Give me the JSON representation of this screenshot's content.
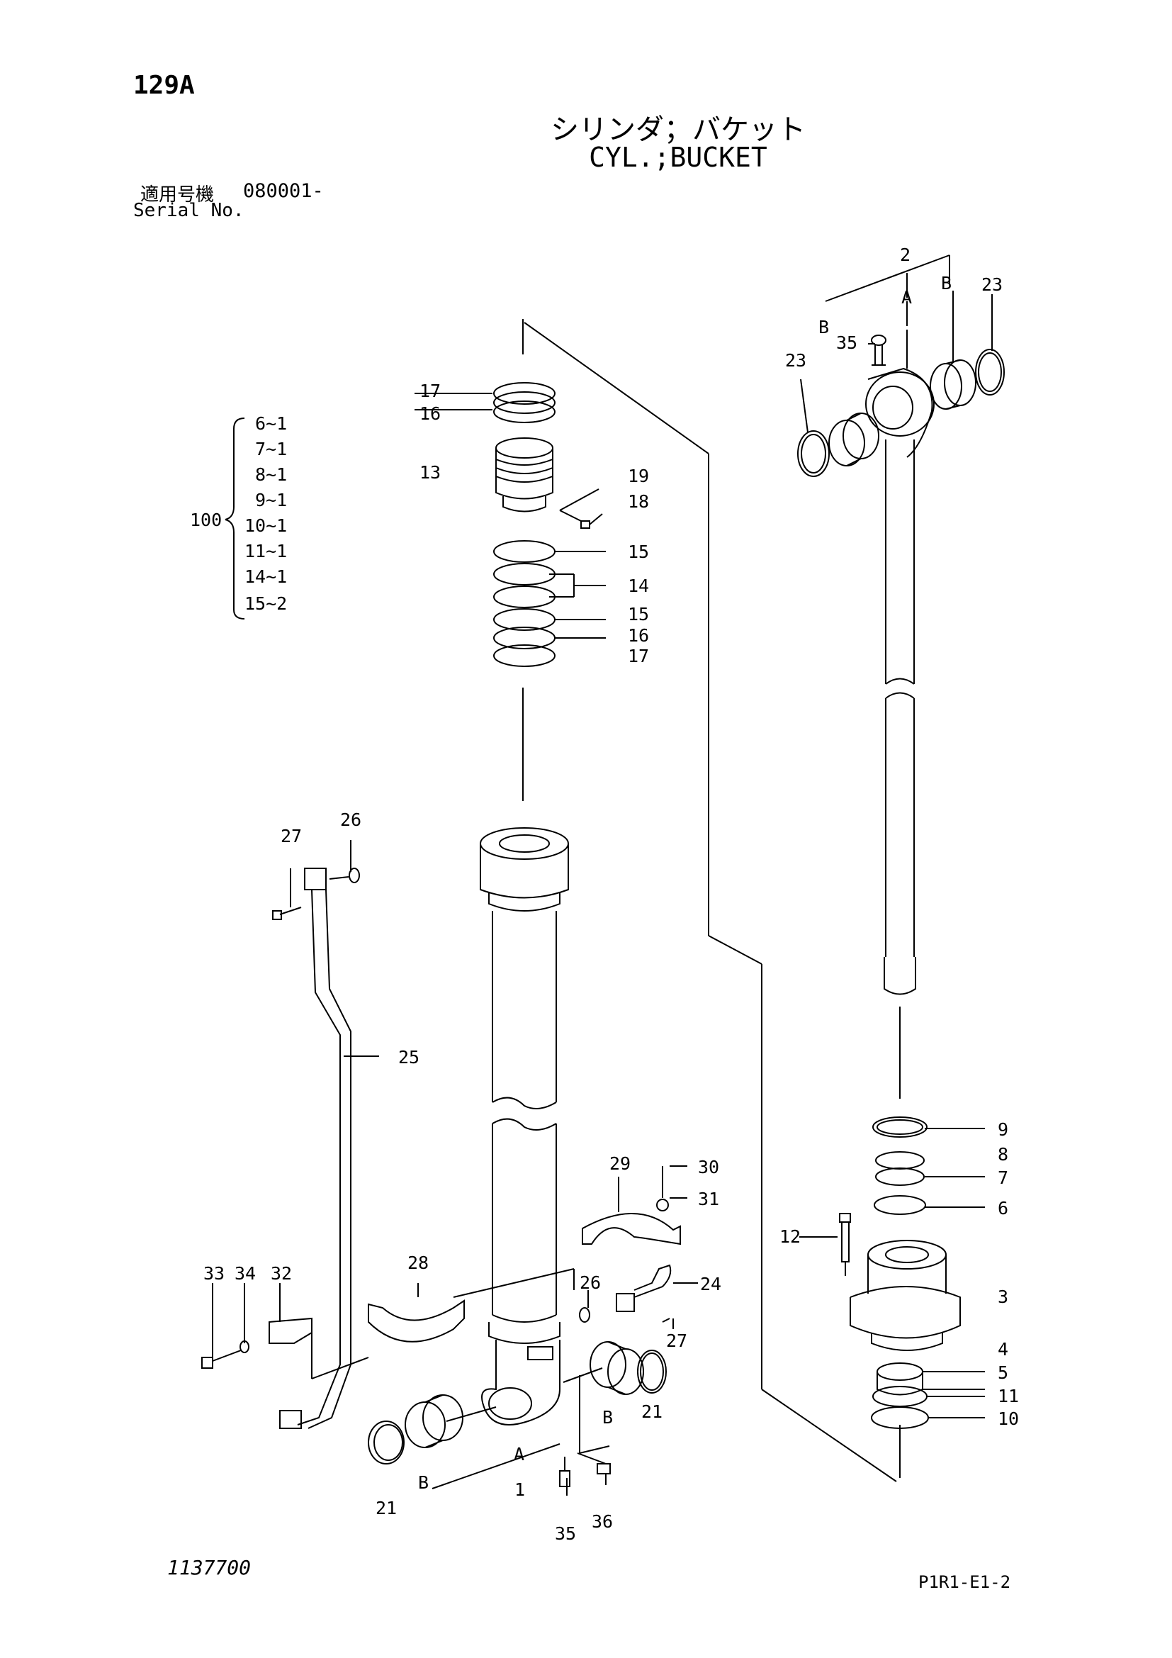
{
  "header": {
    "page_code": "129A",
    "title_jp": "シリンダ；バケット",
    "title_en": "CYL.;BUCKET",
    "serial_label_jp": "適用号機",
    "serial_value": "080001-",
    "serial_label_en": "Serial No."
  },
  "footer": {
    "drawing_number": "1137700",
    "page_ref": "P1R1-E1-2"
  },
  "kit": {
    "number": "100",
    "items": [
      "6~1",
      "7~1",
      "8~1",
      "9~1",
      "10~1",
      "11~1",
      "14~1",
      "15~2"
    ]
  },
  "callouts": {
    "c2": "2",
    "cA_top": "A",
    "cB_top": "B",
    "c23_right": "23",
    "cB_left": "B",
    "c35_top": "35",
    "c23_left": "23",
    "c17_a": "17",
    "c16_a": "16",
    "c13": "13",
    "c19": "19",
    "c18": "18",
    "c15_a": "15",
    "c14": "14",
    "c15_b": "15",
    "c16_b": "16",
    "c17_b": "17",
    "c27_a": "27",
    "c26_a": "26",
    "c25": "25",
    "c29": "29",
    "c30": "30",
    "c31": "31",
    "c28": "28",
    "c33": "33",
    "c34": "34",
    "c32": "32",
    "c26_b": "26",
    "c24": "24",
    "c27_b": "27",
    "cB_mid": "B",
    "c21_right": "21",
    "cA_bottom": "A",
    "cB_bottom": "B",
    "c21_bottom": "21",
    "c1": "1",
    "c35_bottom": "35",
    "c36": "36",
    "c9": "9",
    "c8": "8",
    "c7": "7",
    "c6": "6",
    "c12": "12",
    "c3": "3",
    "c4": "4",
    "c5": "5",
    "c11": "11",
    "c10": "10"
  }
}
